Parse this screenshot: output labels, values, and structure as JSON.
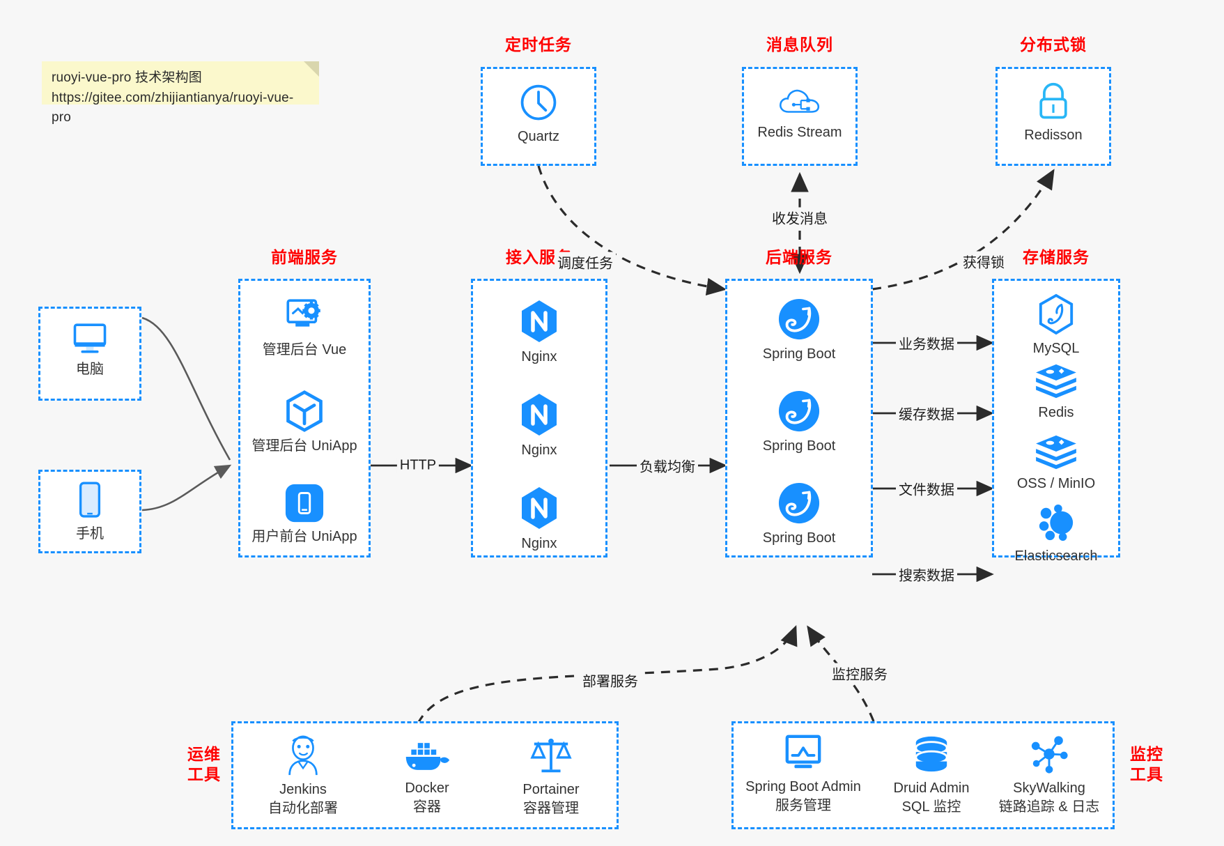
{
  "note": {
    "line1": "ruoyi-vue-pro 技术架构图",
    "line2": "https://gitee.com/zhijiantianya/ruoyi-vue-pro"
  },
  "groups": {
    "scheduler": {
      "title": "定时任务",
      "nodes": [
        {
          "label": "Quartz",
          "icon": "clock-icon"
        }
      ]
    },
    "mq": {
      "title": "消息队列",
      "nodes": [
        {
          "label": "Redis Stream",
          "icon": "cloud-network-icon"
        }
      ]
    },
    "lock": {
      "title": "分布式锁",
      "nodes": [
        {
          "label": "Redisson",
          "icon": "padlock-icon"
        }
      ]
    },
    "devices": {
      "title": "",
      "nodes": [
        {
          "label": "电脑",
          "icon": "desktop-monitor-icon"
        },
        {
          "label": "手机",
          "icon": "mobile-phone-icon"
        }
      ]
    },
    "frontend": {
      "title": "前端服务",
      "nodes": [
        {
          "label": "管理后台 Vue",
          "icon": "dashboard-gear-icon"
        },
        {
          "label": "管理后台 UniApp",
          "icon": "hexagon-cube-icon"
        },
        {
          "label": "用户前台 UniApp",
          "icon": "mobile-app-icon"
        }
      ]
    },
    "gateway": {
      "title": "接入服务",
      "nodes": [
        {
          "label": "Nginx",
          "icon": "nginx-icon"
        },
        {
          "label": "Nginx",
          "icon": "nginx-icon"
        },
        {
          "label": "Nginx",
          "icon": "nginx-icon"
        }
      ]
    },
    "backend": {
      "title": "后端服务",
      "nodes": [
        {
          "label": "Spring Boot",
          "icon": "spring-leaf-icon"
        },
        {
          "label": "Spring Boot",
          "icon": "spring-leaf-icon"
        },
        {
          "label": "Spring Boot",
          "icon": "spring-leaf-icon"
        }
      ]
    },
    "storage": {
      "title": "存储服务",
      "nodes": [
        {
          "label": "MySQL",
          "icon": "mysql-dolphin-icon"
        },
        {
          "label": "Redis",
          "icon": "redis-stack-icon"
        },
        {
          "label": "OSS / MinIO",
          "icon": "object-storage-icon"
        },
        {
          "label": "Elasticsearch",
          "icon": "elasticsearch-icon"
        }
      ]
    },
    "devops": {
      "title": "运维\n工具",
      "title_l1": "运维",
      "title_l2": "工具",
      "nodes": [
        {
          "label": "Jenkins",
          "sub": "自动化部署",
          "icon": "jenkins-butler-icon"
        },
        {
          "label": "Docker",
          "sub": "容器",
          "icon": "docker-whale-icon"
        },
        {
          "label": "Portainer",
          "sub": "容器管理",
          "icon": "scales-icon"
        }
      ]
    },
    "monitor": {
      "title": "监控\n工具",
      "title_l1": "监控",
      "title_l2": "工具",
      "nodes": [
        {
          "label": "Spring Boot Admin",
          "sub": "服务管理",
          "icon": "monitor-chart-icon"
        },
        {
          "label": "Druid Admin",
          "sub": "SQL 监控",
          "icon": "database-cylinder-icon"
        },
        {
          "label": "SkyWalking",
          "sub": "链路追踪 & 日志",
          "icon": "network-hub-icon"
        }
      ]
    }
  },
  "edges": {
    "http": "HTTP",
    "load_balance": "负载均衡",
    "schedule_task": "调度任务",
    "send_receive": "收发消息",
    "acquire_lock": "获得锁",
    "biz_data": "业务数据",
    "cache_data": "缓存数据",
    "file_data": "文件数据",
    "search_data": "搜索数据",
    "deploy": "部署服务",
    "monitoring": "监控服务"
  },
  "colors": {
    "accent_blue": "#1890ff",
    "title_red": "#ff0000",
    "background": "#f7f7f7",
    "note_bg": "#fbf8cc",
    "arrow": "#1c1c1c"
  }
}
